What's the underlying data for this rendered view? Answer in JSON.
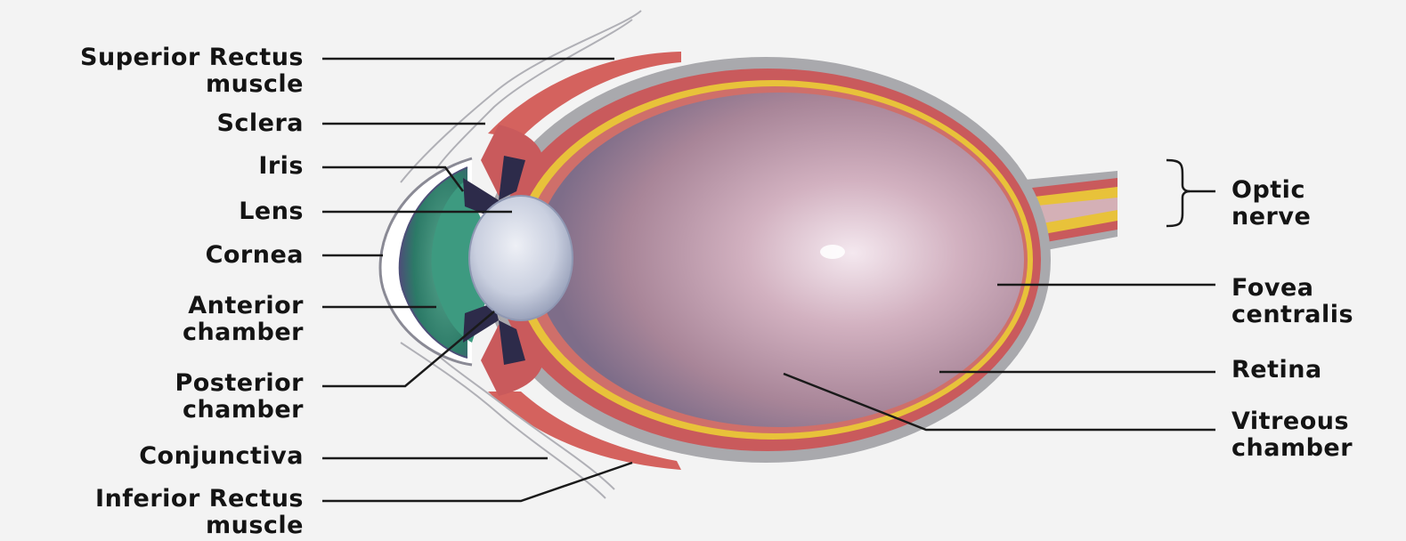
{
  "diagram": {
    "labels": {
      "superior_rectus": [
        "Superior Rectus",
        "muscle"
      ],
      "sclera": [
        "Sclera"
      ],
      "iris": [
        "Iris"
      ],
      "lens": [
        "Lens"
      ],
      "cornea": [
        "Cornea"
      ],
      "anterior_chamber": [
        "Anterior",
        "chamber"
      ],
      "posterior_chamber": [
        "Posterior",
        "chamber"
      ],
      "conjunctiva": [
        "Conjunctiva"
      ],
      "inferior_rectus": [
        "Inferior Rectus",
        "muscle"
      ],
      "optic_nerve": [
        "Optic",
        "nerve"
      ],
      "fovea_centralis": [
        "Fovea",
        "centralis"
      ],
      "retina": [
        "Retina"
      ],
      "vitreous_chamber": [
        "Vitreous",
        "chamber"
      ]
    },
    "colors": {
      "background": "#f3f3f3",
      "sclera": "#a9a9ad",
      "choroid": "#c95a5c",
      "retina": "#e8c23a",
      "vitreous": "#b48e9e",
      "lens": "#cdd3e2",
      "iris": "#2f7e6a",
      "muscle": "#d4625e",
      "leader_line": "#1a1a1a"
    }
  }
}
